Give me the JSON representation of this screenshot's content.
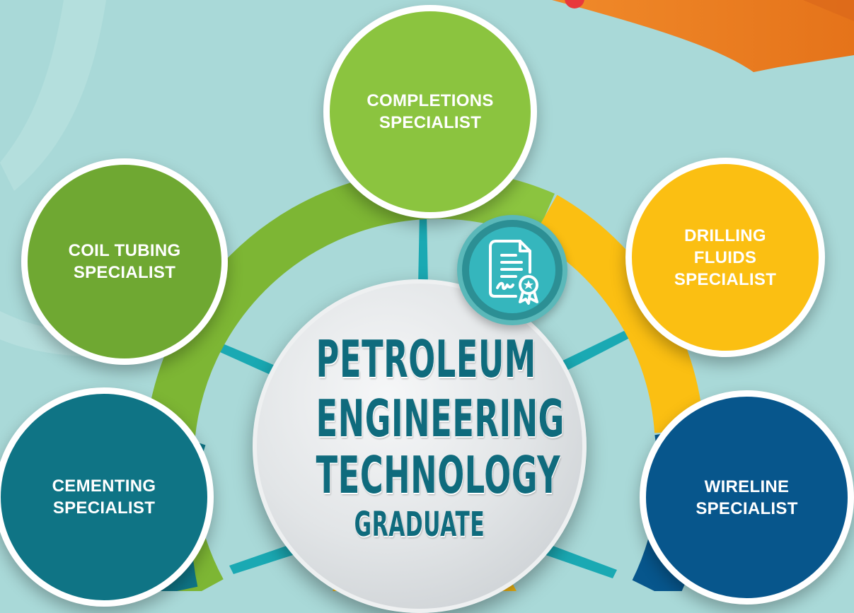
{
  "center": {
    "line1": "PETROLEUM",
    "line2": "ENGINEERING",
    "line3": "TECHNOLOGY",
    "line4": "GRADUATE"
  },
  "nodes": [
    {
      "id": "completions",
      "label": "COMPLETIONS\nSPECIALIST",
      "color": "#8bc43f"
    },
    {
      "id": "coil-tubing",
      "label": "COIL TUBING\nSPECIALIST",
      "color": "#6fa832"
    },
    {
      "id": "drilling-fluids",
      "label": "DRILLING\nFLUIDS\nSPECIALIST",
      "color": "#fbbf12"
    },
    {
      "id": "cementing",
      "label": "CEMENTING\nSPECIALIST",
      "color": "#0f7485"
    },
    {
      "id": "wireline",
      "label": "WIRELINE\nSPECIALIST",
      "color": "#07568c"
    }
  ],
  "badge": {
    "icon": "certificate-icon"
  },
  "colors": {
    "background": "#a9d9d8",
    "title": "#0f6b7d",
    "accent_orange": "#e8781e",
    "ring_green": "#7db634",
    "ring_yellow": "#fbbf12",
    "ring_teal": "#0f7485",
    "ring_blue": "#07568c"
  }
}
